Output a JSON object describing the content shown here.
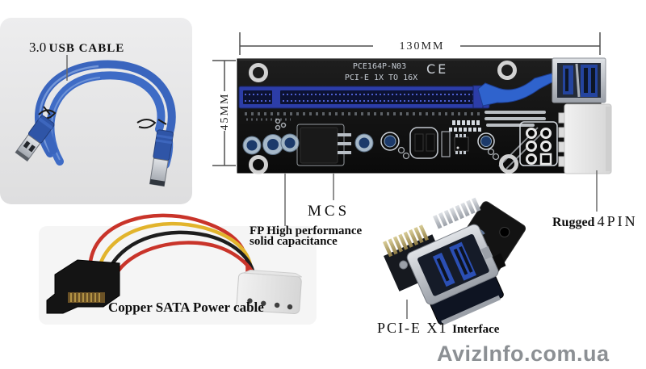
{
  "page": {
    "watermark": "AvizInfo.com.ua"
  },
  "annotations": {
    "usb_prefix": "3.0",
    "usb_label": "USB CABLE",
    "dim_width": "130MM",
    "dim_height": "45MM",
    "mcs": "MCS",
    "fp_line1": "FP High performance",
    "fp_line2": "solid capacitance",
    "sata": "Copper SATA Power cable",
    "rugged_bold": "Rugged",
    "rugged_rest": "4PIN",
    "pcie_main": "PCI-E X1",
    "pcie_rest": "Interface"
  },
  "board": {
    "model": "PCE164P-N03",
    "subtitle": "PCI-E 1X TO 16X",
    "ce_mark": "CE"
  },
  "colors": {
    "pcb_black": "#111111",
    "slot_blue": "#2c3da8",
    "latch_blue": "#2f63cd",
    "cable_blue": "#3a65be",
    "wire_red": "#c9342a",
    "wire_yellow": "#e2b42c",
    "molex_white": "#e8e8e8",
    "watermark_gray": "#8c9094"
  }
}
